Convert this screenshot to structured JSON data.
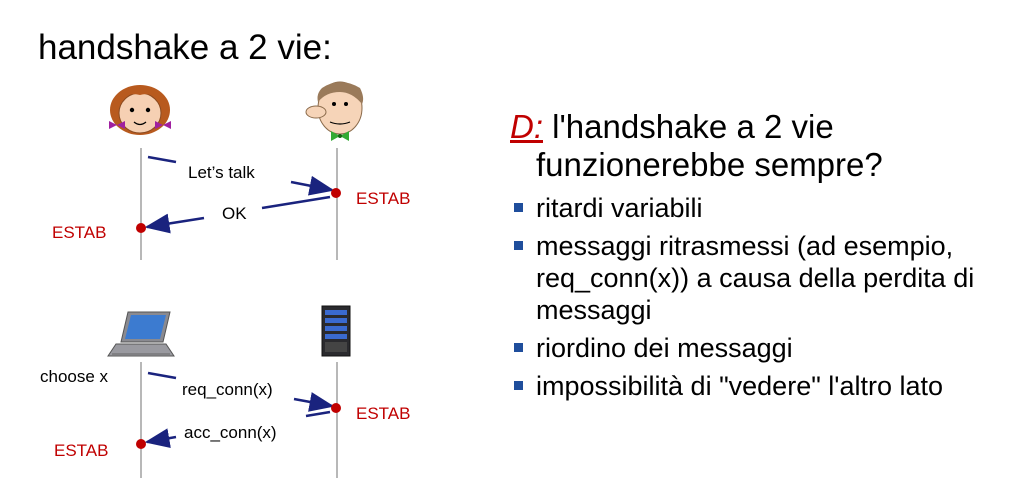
{
  "title": "handshake a 2 vie:",
  "colors": {
    "estab": "#c00000",
    "arrow": "#1a237e",
    "dot": "#c00000",
    "bullet": "#1f4e9c",
    "question_mark": "#c00000"
  },
  "top_diagram": {
    "client_icon": "woman-face-icon",
    "server_icon": "man-face-icon",
    "msg1": "Let’s talk",
    "msg2": "OK",
    "estab_server": "ESTAB",
    "estab_client": "ESTAB"
  },
  "bottom_diagram": {
    "client_icon": "laptop-icon",
    "server_icon": "server-icon",
    "choose": "choose x",
    "msg1": "req_conn(x)",
    "msg2": "acc_conn(x)",
    "estab_server": "ESTAB",
    "estab_client": "ESTAB"
  },
  "question": {
    "prefix": "D:",
    "line1": " l'handshake a 2 vie",
    "line2": "funzionerebbe sempre?"
  },
  "points": [
    "ritardi variabili",
    "messaggi ritrasmessi (ad esempio, req_conn(x)) a causa della perdita di messaggi",
    "riordino dei messaggi",
    "impossibilità di \"vedere\" l'altro lato"
  ]
}
